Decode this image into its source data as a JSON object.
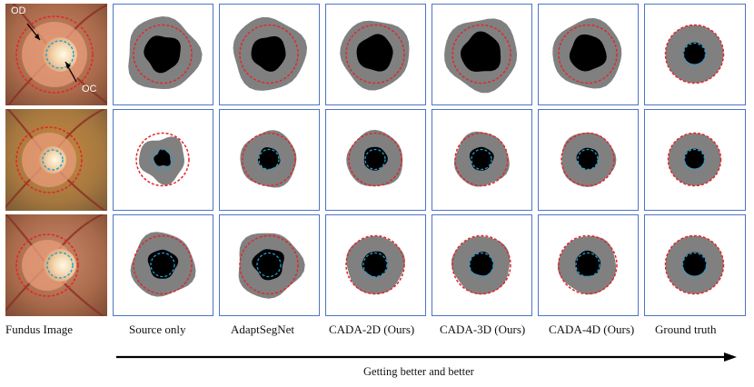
{
  "colors": {
    "disc_boundary": "#e3262a",
    "cup_boundary": "#1f9fd6",
    "disc_fill": "#808080",
    "cup_fill": "#000000",
    "panel_border": "#4f73c4"
  },
  "annotations": {
    "od": "OD",
    "oc": "OC"
  },
  "columns": [
    {
      "label": "Fundus Image"
    },
    {
      "label": "Source only"
    },
    {
      "label": "AdaptSegNet"
    },
    {
      "label": "CADA-2D (Ours)"
    },
    {
      "label": "CADA-3D (Ours)"
    },
    {
      "label": "CADA-4D (Ours)"
    },
    {
      "label": "Ground truth"
    }
  ],
  "arrow": {
    "caption": "Getting better and better"
  }
}
